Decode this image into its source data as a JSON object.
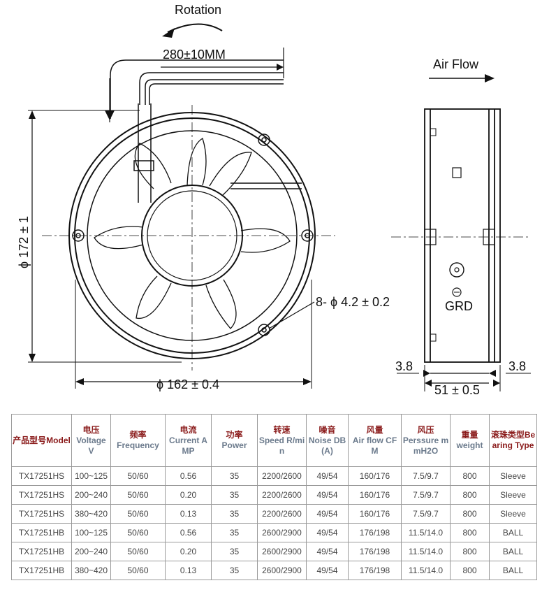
{
  "drawing": {
    "rotation_label": "Rotation",
    "lead_length": "280±10MM",
    "air_flow_label": "Air Flow",
    "height_dim": "ϕ 172 ± 1",
    "diameter_dim": "ϕ 162 ± 0.4",
    "hole_dim": "8- ϕ 4.2 ± 0.2",
    "left_flange": "3.8",
    "right_flange": "3.8",
    "depth_dim": "51 ± 0.5",
    "ground_label": "GRD"
  },
  "table": {
    "headers": [
      {
        "cn": "产品型号Model",
        "en": ""
      },
      {
        "cn": "电压",
        "en": "Voltage V"
      },
      {
        "cn": "频率",
        "en": "Frequency"
      },
      {
        "cn": "电流",
        "en": "Current AMP"
      },
      {
        "cn": "功率",
        "en": "Power"
      },
      {
        "cn": "转速",
        "en": "Speed R/min"
      },
      {
        "cn": "噪音",
        "en": "Noise DB(A)"
      },
      {
        "cn": "风量",
        "en": "Air flow CFM"
      },
      {
        "cn": "风压",
        "en": "Perssure mmH2O"
      },
      {
        "cn": "重量",
        "en": "weight"
      },
      {
        "cn": "滚珠类型Bearing Type",
        "en": ""
      }
    ],
    "rows": [
      [
        "TX17251HS",
        "100~125",
        "50/60",
        "0.56",
        "35",
        "2200/2600",
        "49/54",
        "160/176",
        "7.5/9.7",
        "800",
        "Sleeve"
      ],
      [
        "TX17251HS",
        "200~240",
        "50/60",
        "0.20",
        "35",
        "2200/2600",
        "49/54",
        "160/176",
        "7.5/9.7",
        "800",
        "Sleeve"
      ],
      [
        "TX17251HS",
        "380~420",
        "50/60",
        "0.13",
        "35",
        "2200/2600",
        "49/54",
        "160/176",
        "7.5/9.7",
        "800",
        "Sleeve"
      ],
      [
        "TX17251HB",
        "100~125",
        "50/60",
        "0.56",
        "35",
        "2600/2900",
        "49/54",
        "176/198",
        "11.5/14.0",
        "800",
        "BALL"
      ],
      [
        "TX17251HB",
        "200~240",
        "50/60",
        "0.20",
        "35",
        "2600/2900",
        "49/54",
        "176/198",
        "11.5/14.0",
        "800",
        "BALL"
      ],
      [
        "TX17251HB",
        "380~420",
        "50/60",
        "0.13",
        "35",
        "2600/2900",
        "49/54",
        "176/198",
        "11.5/14.0",
        "800",
        "BALL"
      ]
    ]
  }
}
